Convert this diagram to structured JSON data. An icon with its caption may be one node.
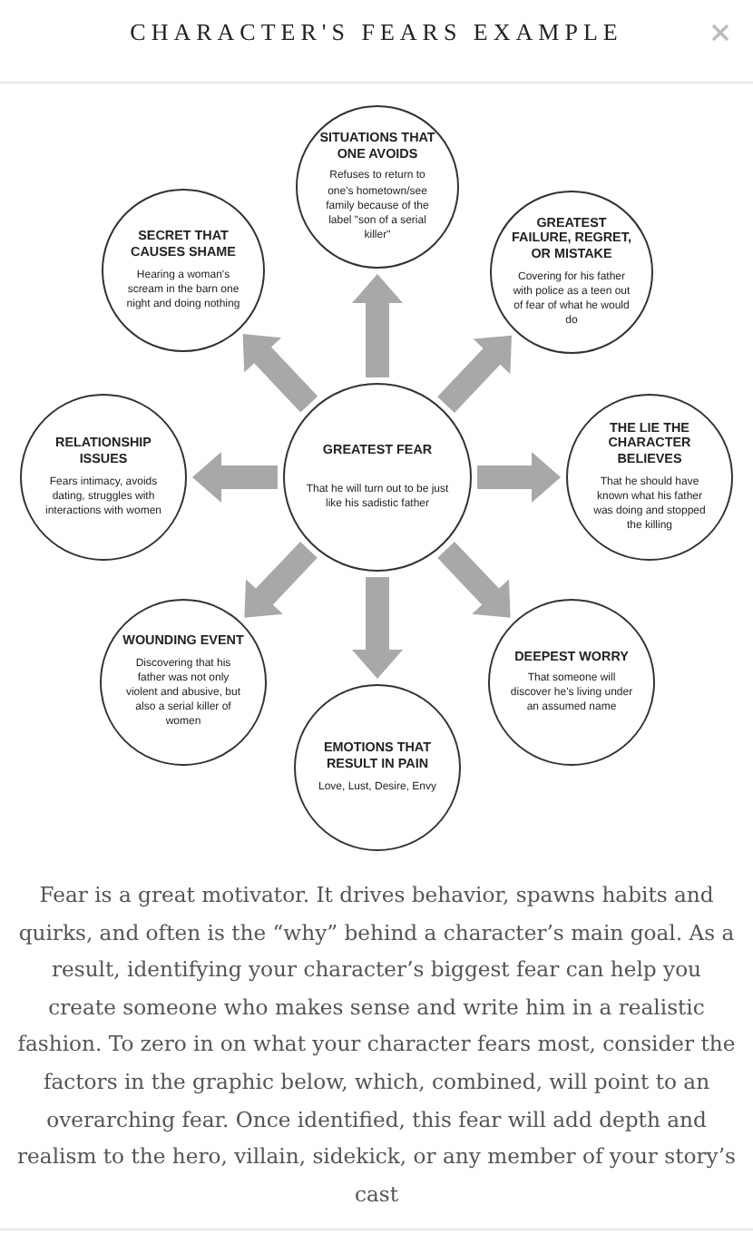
{
  "diagram": {
    "title": "CHARACTER'S FEARS EXAMPLE",
    "nodes": [
      {
        "text": [
          "SITUATIONS THAT ONE AVOIDS",
          "Refuses to return to one's hometown/see family because of the label \"son of a serial killer\""
        ]
      },
      {
        "text": [
          "SECRET THAT CAUSES SHAME",
          "Hearing a woman's scream in the barn one night and doing nothing"
        ]
      },
      {
        "text": [
          "GREATEST FAILURE, REGRET, OR MISTAKE",
          "Covering for his father with police as a teen out of fear of what he would do"
        ]
      },
      {
        "text": [
          "RELATIONSHIP ISSUES",
          "Fears intimacy, avoids dating, struggles with interactions with women"
        ]
      },
      {
        "text": [
          "GREATEST FEAR",
          "That he will turn out to be just like his sadistic father"
        ]
      },
      {
        "text": [
          "THE LIE THE CHARACTER BELIEVES",
          "That he should have known what his father was doing and stopped the killing"
        ]
      },
      {
        "text": [
          "WOUNDING EVENT",
          "Discovering that his father was not only violent and abusive, but also a serial killer of women"
        ]
      },
      {
        "text": [
          "DEEPEST WORRY",
          "That someone will discover he's living under an assumed name"
        ]
      },
      {
        "text": [
          "EMOTIONS THAT RESULT IN PAIN",
          "Love, Lust, Desire, Envy"
        ]
      }
    ],
    "edges": [
      {
        "from": 4,
        "to": 0,
        "arrow": "to",
        "style": "thick",
        "color": "#a8a8a8"
      },
      {
        "from": 4,
        "to": 1,
        "arrow": "to",
        "style": "thick",
        "color": "#a8a8a8"
      },
      {
        "from": 4,
        "to": 2,
        "arrow": "to",
        "style": "thick",
        "color": "#a8a8a8"
      },
      {
        "from": 4,
        "to": 3,
        "arrow": "to",
        "style": "thick",
        "color": "#a8a8a8"
      },
      {
        "from": 4,
        "to": 5,
        "arrow": "to",
        "style": "thick",
        "color": "#a8a8a8"
      },
      {
        "from": 4,
        "to": 6,
        "arrow": "to",
        "style": "thick",
        "color": "#a8a8a8"
      },
      {
        "from": 4,
        "to": 7,
        "arrow": "to",
        "style": "thick",
        "color": "#a8a8a8"
      },
      {
        "from": 4,
        "to": 8,
        "arrow": "to",
        "style": "thick",
        "color": "#a8a8a8"
      }
    ],
    "labels": [
      "Fear is a great motivator. It drives behavior, spawns habits and quirks, and often is the “why” behind a character’s main goal. As a result, identifying your character’s biggest fear can help you create someone who makes sense and write him in a realistic fashion. To zero in on what your character fears most, consider the factors in the graphic below, which, combined, will point to an overarching fear. Once identified, this fear will add depth and realism to the hero, villain, sidekick, or any member of your story’s cast"
    ]
  }
}
